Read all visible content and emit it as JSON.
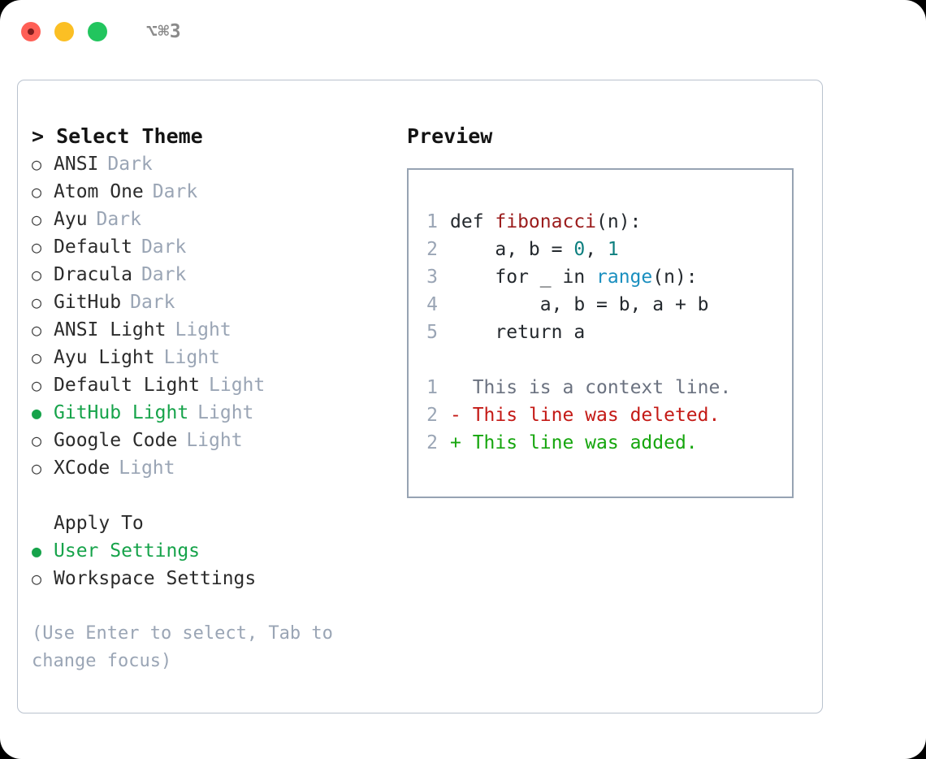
{
  "titlebar": {
    "shortcut": "⌥⌘3",
    "buttons": [
      {
        "name": "close",
        "color": "#ff5f56"
      },
      {
        "name": "minimize",
        "color": "#fbbf24"
      },
      {
        "name": "zoom",
        "color": "#22c55e"
      }
    ]
  },
  "theme_picker": {
    "header": "> Select Theme",
    "items": [
      {
        "marker": "○",
        "label": "ANSI",
        "suffix": "Dark",
        "selected": false
      },
      {
        "marker": "○",
        "label": "Atom One",
        "suffix": "Dark",
        "selected": false
      },
      {
        "marker": "○",
        "label": "Ayu",
        "suffix": "Dark",
        "selected": false
      },
      {
        "marker": "○",
        "label": "Default",
        "suffix": "Dark",
        "selected": false
      },
      {
        "marker": "○",
        "label": "Dracula",
        "suffix": "Dark",
        "selected": false
      },
      {
        "marker": "○",
        "label": "GitHub",
        "suffix": "Dark",
        "selected": false
      },
      {
        "marker": "○",
        "label": "ANSI Light",
        "suffix": "Light",
        "selected": false
      },
      {
        "marker": "○",
        "label": "Ayu Light",
        "suffix": "Light",
        "selected": false
      },
      {
        "marker": "○",
        "label": "Default Light",
        "suffix": "Light",
        "selected": false
      },
      {
        "marker": "●",
        "label": "GitHub Light",
        "suffix": "Light",
        "selected": true
      },
      {
        "marker": "○",
        "label": "Google Code",
        "suffix": "Light",
        "selected": false
      },
      {
        "marker": "○",
        "label": "XCode",
        "suffix": "Light",
        "selected": false
      }
    ]
  },
  "apply_to": {
    "header": "Apply To",
    "items": [
      {
        "marker": "●",
        "label": "User Settings",
        "selected": true
      },
      {
        "marker": "○",
        "label": "Workspace Settings",
        "selected": false
      }
    ]
  },
  "hint": "(Use Enter to select, Tab to change focus)",
  "preview": {
    "header": "Preview",
    "code_lines": [
      {
        "num": "1",
        "tokens": [
          {
            "t": "def ",
            "c": "plain"
          },
          {
            "t": "fibonacci",
            "c": "fn"
          },
          {
            "t": "(n):",
            "c": "plain"
          }
        ]
      },
      {
        "num": "2",
        "tokens": [
          {
            "t": "    a, b = ",
            "c": "plain"
          },
          {
            "t": "0",
            "c": "num"
          },
          {
            "t": ", ",
            "c": "plain"
          },
          {
            "t": "1",
            "c": "num"
          }
        ]
      },
      {
        "num": "3",
        "tokens": [
          {
            "t": "    for _ in ",
            "c": "plain"
          },
          {
            "t": "range",
            "c": "call"
          },
          {
            "t": "(n):",
            "c": "plain"
          }
        ]
      },
      {
        "num": "4",
        "tokens": [
          {
            "t": "        a, b = b, a + b",
            "c": "plain"
          }
        ]
      },
      {
        "num": "5",
        "tokens": [
          {
            "t": "    return a",
            "c": "plain"
          }
        ]
      }
    ],
    "diff_lines": [
      {
        "num": "1",
        "sign": "  ",
        "text": "This is a context line.",
        "kind": "ctx"
      },
      {
        "num": "2",
        "sign": "- ",
        "text": "This line was deleted.",
        "kind": "del"
      },
      {
        "num": "2",
        "sign": "+ ",
        "text": "This line was added.",
        "kind": "add"
      }
    ]
  },
  "colors": {
    "accent_green": "#16a34a",
    "muted_gray": "#9aa5b5",
    "code_fn_red": "#9b1c1c",
    "code_num_teal": "#0d7f7f",
    "code_call_blue": "#1a8fbf",
    "diff_del_red": "#c41a16",
    "diff_add_green": "#16a60e",
    "border": "#b9c2ce"
  }
}
